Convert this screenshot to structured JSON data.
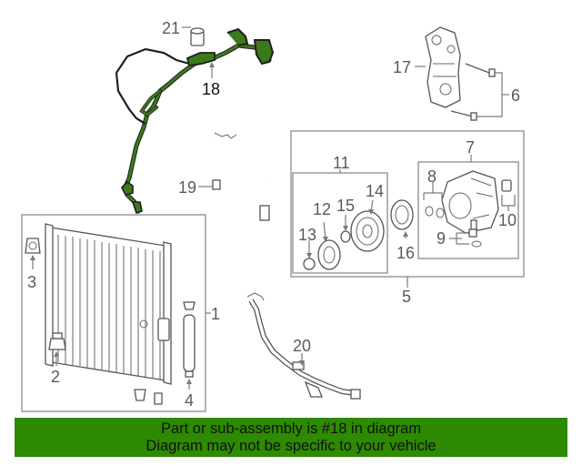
{
  "callouts": {
    "c1": "1",
    "c2": "2",
    "c3": "3",
    "c4": "4",
    "c5": "5",
    "c6": "6",
    "c7": "7",
    "c8": "8",
    "c9": "9",
    "c10": "10",
    "c11": "11",
    "c12": "12",
    "c13": "13",
    "c14": "14",
    "c15": "15",
    "c16": "16",
    "c17": "17",
    "c18": "18",
    "c19": "19",
    "c20": "20",
    "c21": "21"
  },
  "highlight_color": "#3a7a1a",
  "banner": {
    "line1": "Part or sub-assembly is #18 in diagram",
    "line2": "Diagram may not be specific to your vehicle",
    "color": "#2e8a00"
  }
}
